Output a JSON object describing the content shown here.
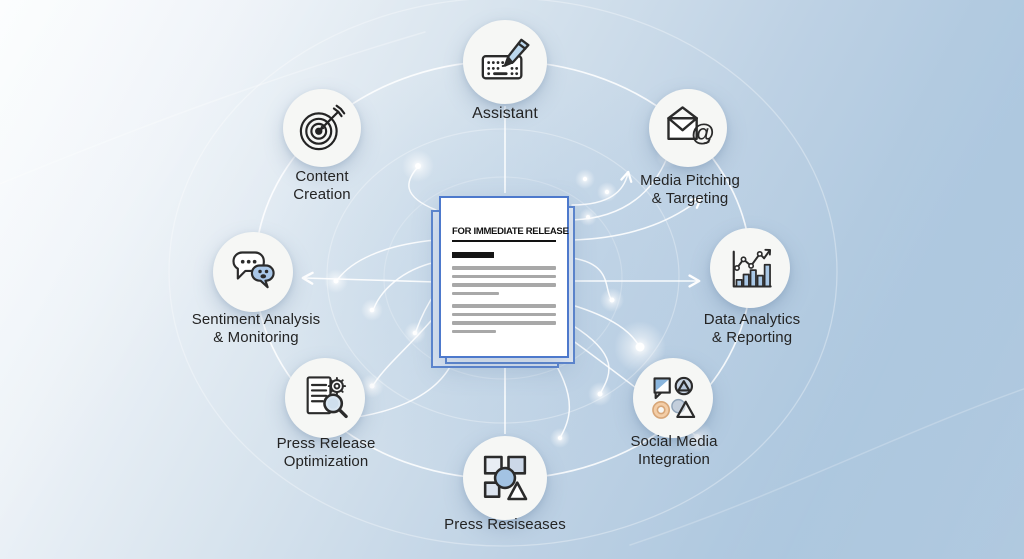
{
  "diagram": {
    "type": "hub-and-spoke infographic",
    "center_document": {
      "heading": "FOR IMMEDIATE RELEASE"
    },
    "nodes": [
      {
        "id": "assistant",
        "label": "Assistant",
        "icon": "keyboard-pencil-icon"
      },
      {
        "id": "media-pitching",
        "label": "Media Pitching\n& Targeting",
        "icon": "envelope-at-icon"
      },
      {
        "id": "data-analytics",
        "label": "Data Analytics\n& Reporting",
        "icon": "bar-chart-icon"
      },
      {
        "id": "social-media",
        "label": "Social Media\nIntegration",
        "icon": "social-shapes-icon"
      },
      {
        "id": "press-releases",
        "label": "Press Resiseases",
        "icon": "shapes-grid-icon"
      },
      {
        "id": "press-release-optimization",
        "label": "Press Release\nOptimization",
        "icon": "document-gear-magnifier-icon"
      },
      {
        "id": "sentiment-analysis",
        "label": "Sentiment Analysis\n& Monitoring",
        "icon": "chat-bubbles-icon"
      },
      {
        "id": "content-creation",
        "label": "Content\nCreation",
        "icon": "target-dart-icon"
      }
    ],
    "colors": {
      "background_light": "#fbfdfe",
      "background_blue": "#a7c3dc",
      "document_border": "#4d79cc",
      "icon_blue": "#a9c8e6",
      "icon_peach": "#f3cda6",
      "connector": "#ffffff",
      "label_text": "#242424"
    }
  }
}
